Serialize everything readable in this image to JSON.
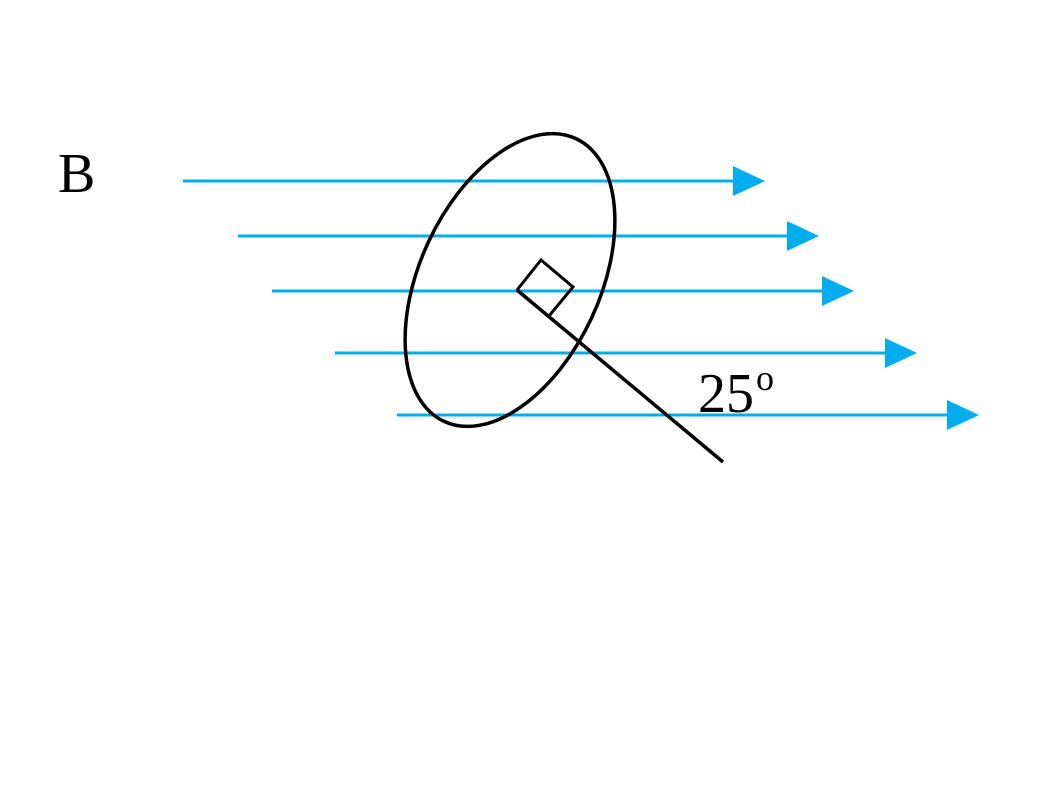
{
  "field_label": "B",
  "angle": {
    "value": "25",
    "unit": "o"
  },
  "colors": {
    "field_lines": "#00aeef",
    "loop": "#000000",
    "normal": "#000000"
  },
  "icons": {
    "field_line_arrow": "arrow-right-icon",
    "right_angle_marker": "square-icon"
  }
}
